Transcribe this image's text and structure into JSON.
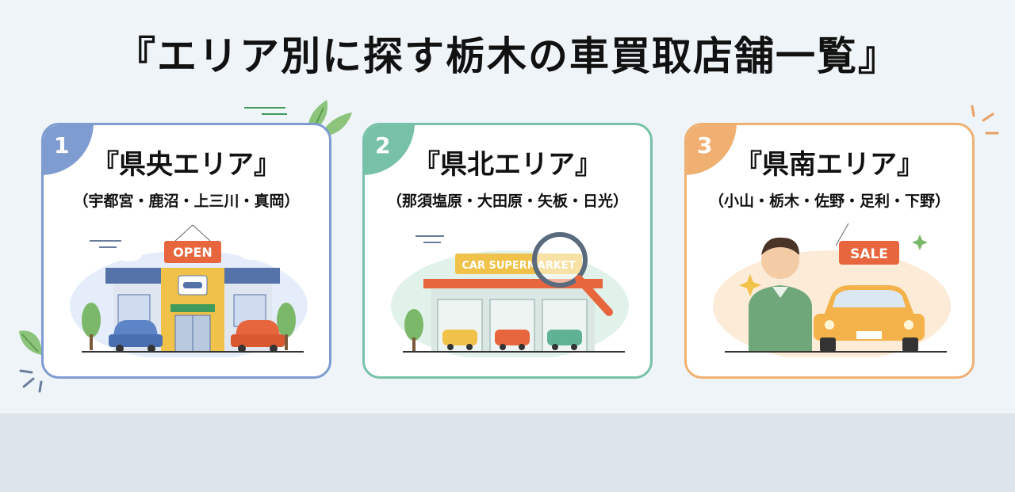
{
  "page": {
    "title": "『エリア別に探す栃木の車買取店舗一覧』"
  },
  "cards": [
    {
      "number": "1",
      "title": "『県央エリア』",
      "subtitle": "（宇都宮・鹿沼・上三川・真岡）",
      "sign_text": "OPEN",
      "illustration": "car-dealership-building",
      "accent": "#7f9cd0"
    },
    {
      "number": "2",
      "title": "『県北エリア』",
      "subtitle": "（那須塩原・大田原・矢板・日光）",
      "sign_text": "CAR SUPERMARKET",
      "illustration": "car-supermarket-with-magnifier",
      "accent": "#78c1a9"
    },
    {
      "number": "3",
      "title": "『県南エリア』",
      "subtitle": "（小山・栃木・佐野・足利・下野）",
      "sign_text": "SALE",
      "illustration": "salesman-with-car",
      "accent": "#f0b072"
    }
  ],
  "icons": [
    "leaf-icon",
    "sparkle-icon",
    "magnifier-icon",
    "car-icon",
    "tree-icon",
    "cloud-icon"
  ]
}
